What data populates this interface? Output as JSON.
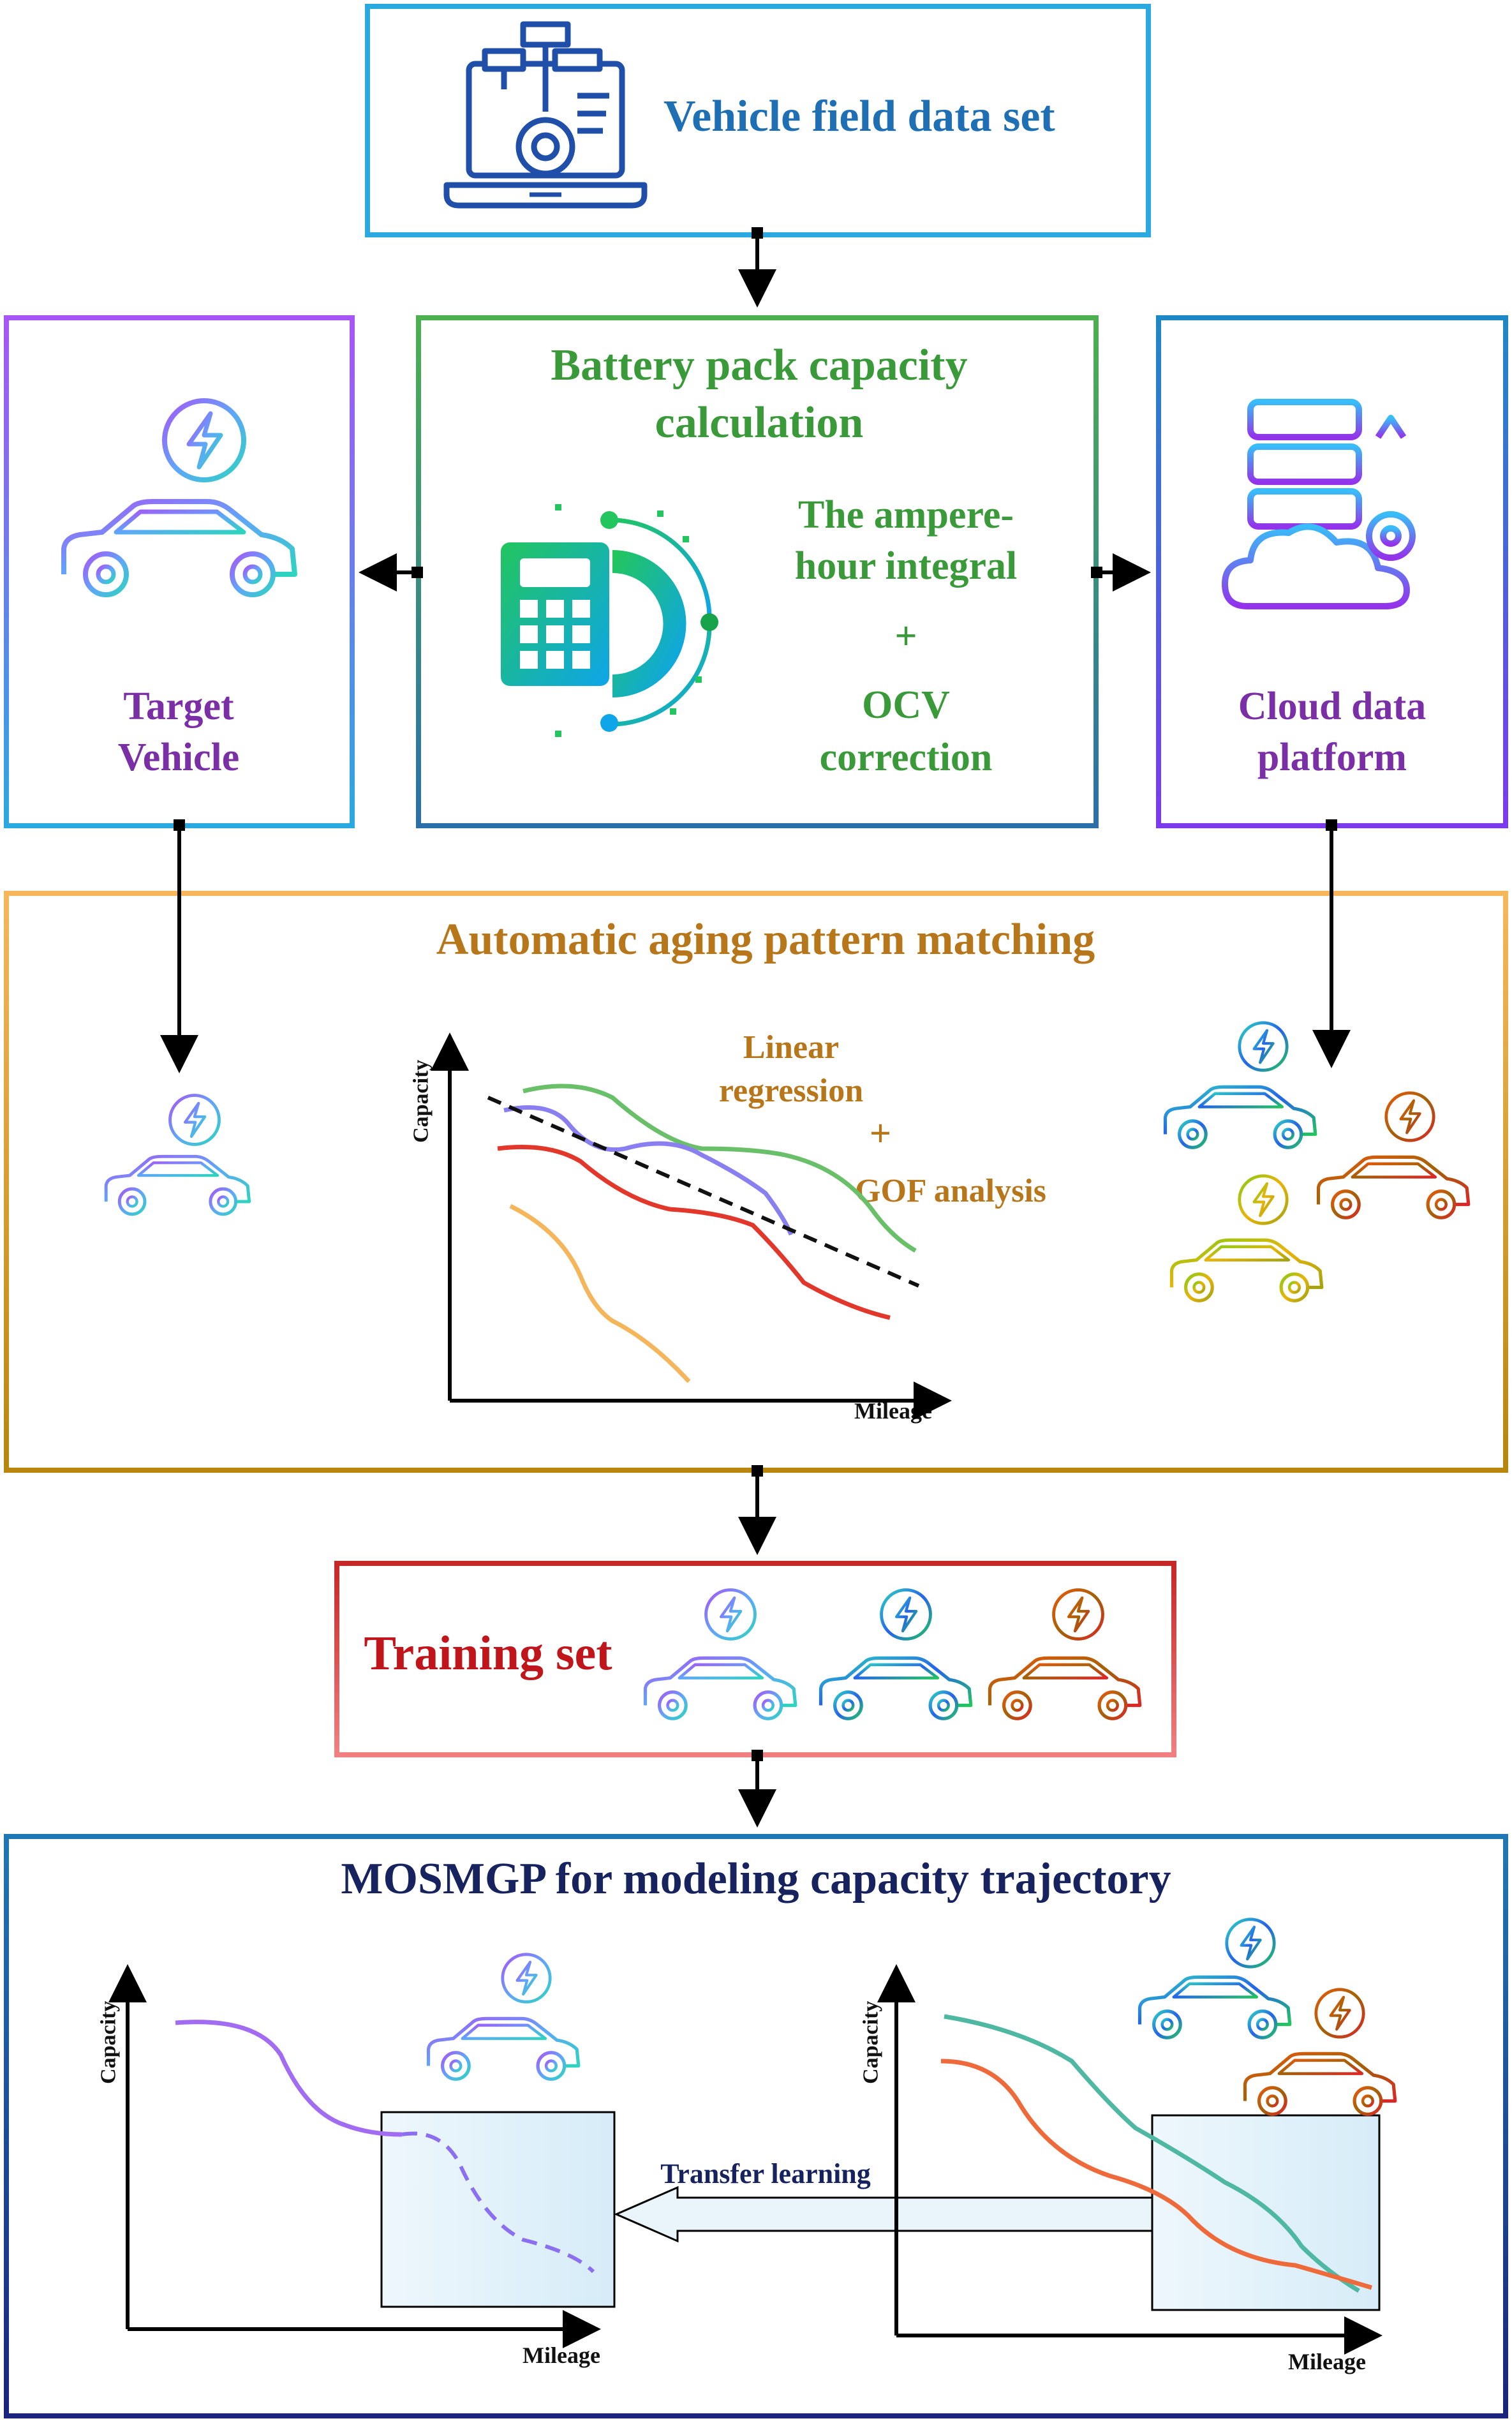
{
  "top": {
    "title": "Vehicle field data set",
    "icon": "laptop-flowchart-gear-icon"
  },
  "battery": {
    "title": "Battery pack capacity calculation",
    "method_line1": "The ampere-",
    "method_line2": "hour integral",
    "plus": "+",
    "ocv_line1": "OCV",
    "ocv_line2": "correction",
    "icon": "calculator-gear-icon"
  },
  "target": {
    "label_line1": "Target",
    "label_line2": "Vehicle",
    "icon": "electric-car-icon"
  },
  "cloud": {
    "label_line1": "Cloud data",
    "label_line2": "platform",
    "icon": "cloud-server-icon"
  },
  "matching": {
    "title": "Automatic aging pattern matching",
    "linear_line1": "Linear",
    "linear_line2": "regression",
    "plus": "+",
    "gof": "GOF analysis",
    "ylabel": "Capacity",
    "xlabel": "Mileage"
  },
  "training": {
    "title": "Training set"
  },
  "mosmgp": {
    "title": "MOSMGP for modeling capacity trajectory",
    "transfer": "Transfer learning",
    "left_ylabel": "Capacity",
    "left_xlabel": "Mileage",
    "right_ylabel": "Capacity",
    "right_xlabel": "Mileage"
  },
  "colors": {
    "blue_title": "#1f6fb5",
    "green_title": "#3a9a3a",
    "purple_label": "#7b2fa6",
    "orange_title": "#b8761a",
    "red_title": "#c0161b",
    "navy_title": "#16235e"
  }
}
